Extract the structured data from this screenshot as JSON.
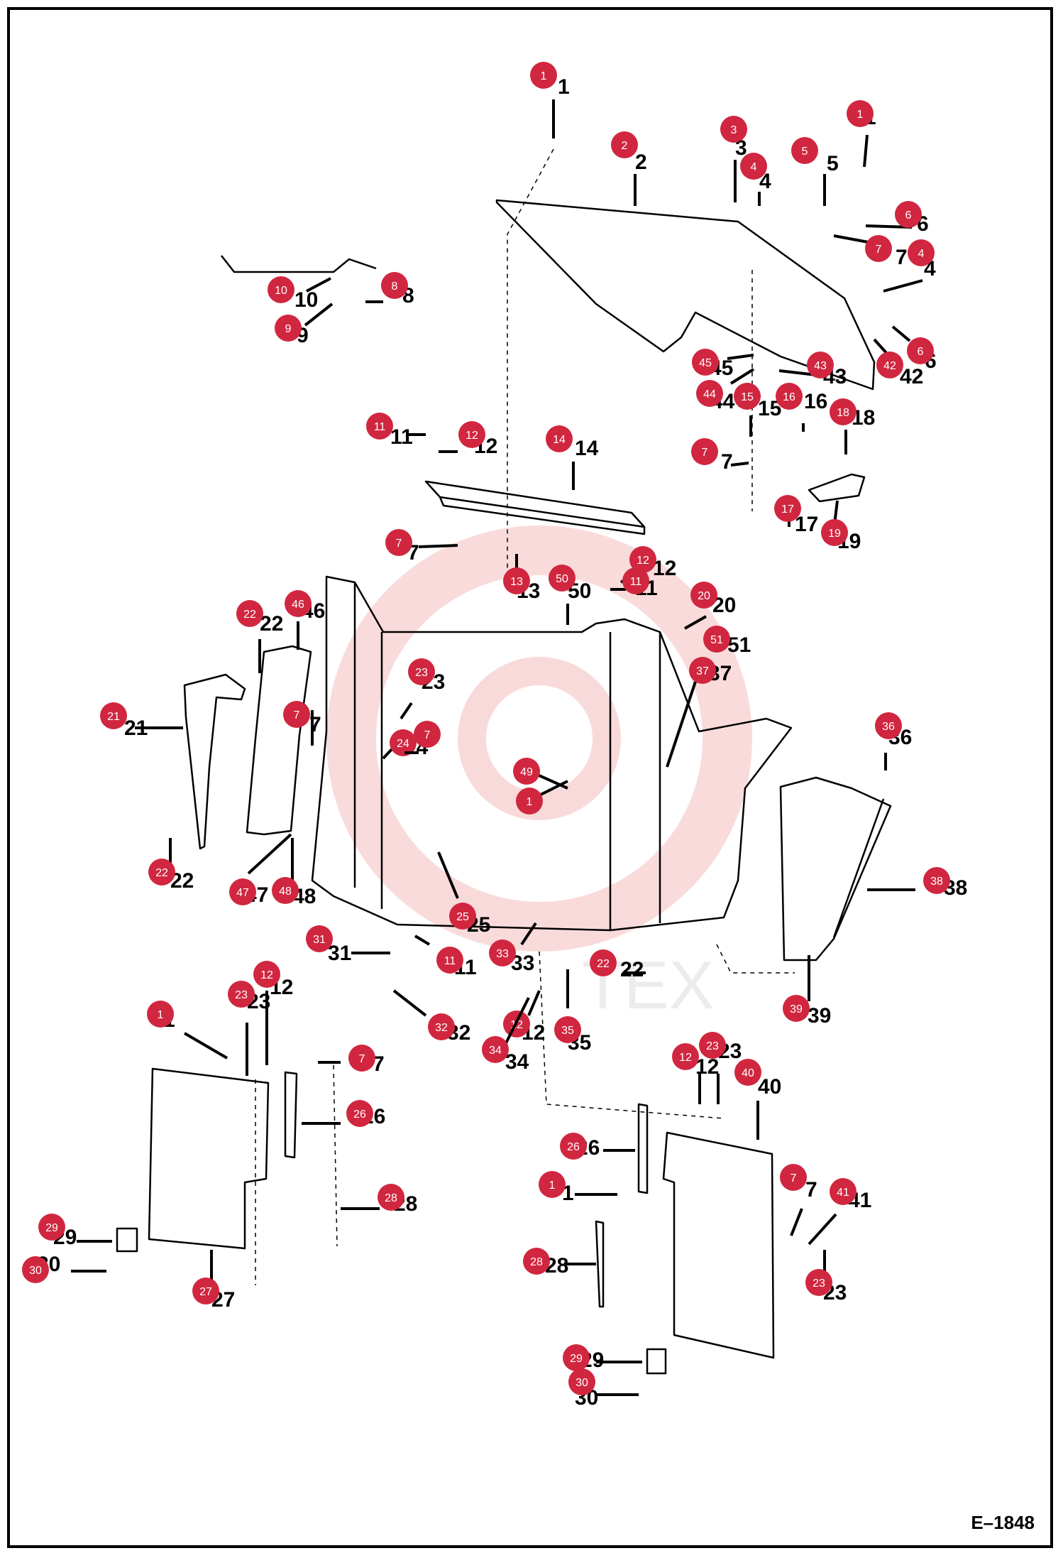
{
  "diagram": {
    "drawing_code": "E–1848",
    "watermark": "ТЕХ",
    "badge_color": "#d1263f",
    "line_color": "#000000",
    "callouts": [
      {
        "label": "1",
        "plain": "1"
      },
      {
        "label": "2",
        "plain": "2"
      },
      {
        "label": "3",
        "plain": "3"
      },
      {
        "label": "4",
        "plain": "4"
      },
      {
        "label": "5",
        "plain": "5"
      },
      {
        "label": "1",
        "plain": "1"
      },
      {
        "label": "6",
        "plain": "6"
      },
      {
        "label": "7",
        "plain": "7"
      },
      {
        "label": "4",
        "plain": "4"
      },
      {
        "label": "8",
        "plain": "8"
      },
      {
        "label": "10",
        "plain": "10"
      },
      {
        "label": "9",
        "plain": "9"
      },
      {
        "label": "45",
        "plain": "45"
      },
      {
        "label": "44",
        "plain": "44"
      },
      {
        "label": "43",
        "plain": "43"
      },
      {
        "label": "42",
        "plain": "42"
      },
      {
        "label": "6",
        "plain": "6"
      },
      {
        "label": "15",
        "plain": "15"
      },
      {
        "label": "16",
        "plain": "16"
      },
      {
        "label": "18",
        "plain": "18"
      },
      {
        "label": "7",
        "plain": "7"
      },
      {
        "label": "17",
        "plain": "17"
      },
      {
        "label": "19",
        "plain": "19"
      },
      {
        "label": "11",
        "plain": "11"
      },
      {
        "label": "12",
        "plain": "12"
      },
      {
        "label": "14",
        "plain": "14"
      },
      {
        "label": "7",
        "plain": "7"
      },
      {
        "label": "13",
        "plain": "13"
      },
      {
        "label": "50",
        "plain": "50"
      },
      {
        "label": "12",
        "plain": "12"
      },
      {
        "label": "11",
        "plain": "11"
      },
      {
        "label": "20",
        "plain": "20"
      },
      {
        "label": "51",
        "plain": "51"
      },
      {
        "label": "37",
        "plain": "37"
      },
      {
        "label": "22",
        "plain": "22"
      },
      {
        "label": "46",
        "plain": "46"
      },
      {
        "label": "21",
        "plain": "21"
      },
      {
        "label": "7",
        "plain": "7"
      },
      {
        "label": "23",
        "plain": "23"
      },
      {
        "label": "24",
        "plain": "24"
      },
      {
        "label": "7",
        "plain": "7"
      },
      {
        "label": "49",
        "plain": ""
      },
      {
        "label": "1",
        "plain": ""
      },
      {
        "label": "36",
        "plain": "36"
      },
      {
        "label": "22",
        "plain": "22"
      },
      {
        "label": "47",
        "plain": "47"
      },
      {
        "label": "48",
        "plain": "48"
      },
      {
        "label": "25",
        "plain": "25"
      },
      {
        "label": "38",
        "plain": "38"
      },
      {
        "label": "31",
        "plain": "31"
      },
      {
        "label": "11",
        "plain": "11"
      },
      {
        "label": "33",
        "plain": "33"
      },
      {
        "label": "22",
        "plain": "22"
      },
      {
        "label": "39",
        "plain": "39"
      },
      {
        "label": "12",
        "plain": "12"
      },
      {
        "label": "23",
        "plain": "23"
      },
      {
        "label": "1",
        "plain": "1"
      },
      {
        "label": "32",
        "plain": "32"
      },
      {
        "label": "12",
        "plain": "12"
      },
      {
        "label": "34",
        "plain": "34"
      },
      {
        "label": "35",
        "plain": "35"
      },
      {
        "label": "7",
        "plain": "7"
      },
      {
        "label": "26",
        "plain": "26"
      },
      {
        "label": "28",
        "plain": "28"
      },
      {
        "label": "29",
        "plain": "29"
      },
      {
        "label": "30",
        "plain": "30"
      },
      {
        "label": "27",
        "plain": "27"
      },
      {
        "label": "12",
        "plain": "12"
      },
      {
        "label": "23",
        "plain": "23"
      },
      {
        "label": "40",
        "plain": "40"
      },
      {
        "label": "26",
        "plain": "26"
      },
      {
        "label": "1",
        "plain": "1"
      },
      {
        "label": "7",
        "plain": "7"
      },
      {
        "label": "41",
        "plain": "41"
      },
      {
        "label": "28",
        "plain": "28"
      },
      {
        "label": "23",
        "plain": "23"
      },
      {
        "label": "29",
        "plain": "29"
      },
      {
        "label": "30",
        "plain": "30"
      }
    ]
  }
}
